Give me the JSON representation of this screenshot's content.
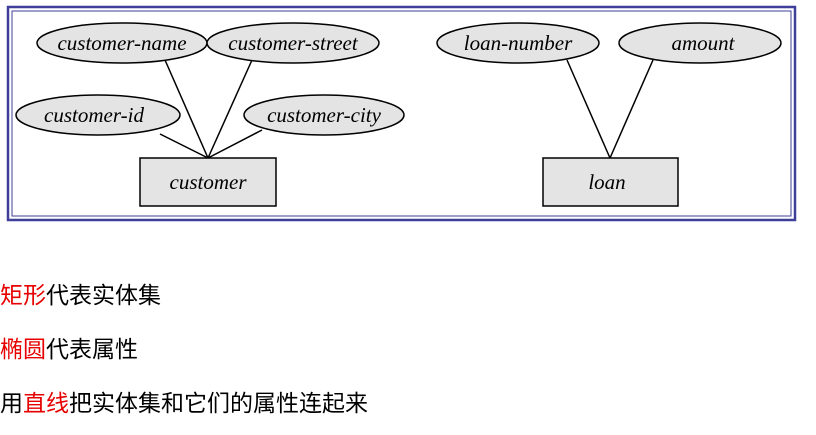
{
  "diagram": {
    "entities": [
      {
        "id": "customer",
        "label": "customer"
      },
      {
        "id": "loan",
        "label": "loan"
      }
    ],
    "attributes": [
      {
        "id": "customer-name",
        "label": "customer-name",
        "entity": "customer"
      },
      {
        "id": "customer-street",
        "label": "customer-street",
        "entity": "customer"
      },
      {
        "id": "customer-id",
        "label": "customer-id",
        "entity": "customer"
      },
      {
        "id": "customer-city",
        "label": "customer-city",
        "entity": "customer"
      },
      {
        "id": "loan-number",
        "label": "loan-number",
        "entity": "loan"
      },
      {
        "id": "amount",
        "label": "amount",
        "entity": "loan"
      }
    ]
  },
  "notes": [
    {
      "highlight": "矩形",
      "text": "代表实体集"
    },
    {
      "highlight": "椭圆",
      "text": "代表属性"
    },
    {
      "prefix": "用",
      "highlight": "直线",
      "text": "把实体集和它们的属性连起来"
    }
  ],
  "colors": {
    "frame": "#3f3f9a",
    "shape_fill": "#e4e4e4",
    "highlight": "#e60000"
  }
}
